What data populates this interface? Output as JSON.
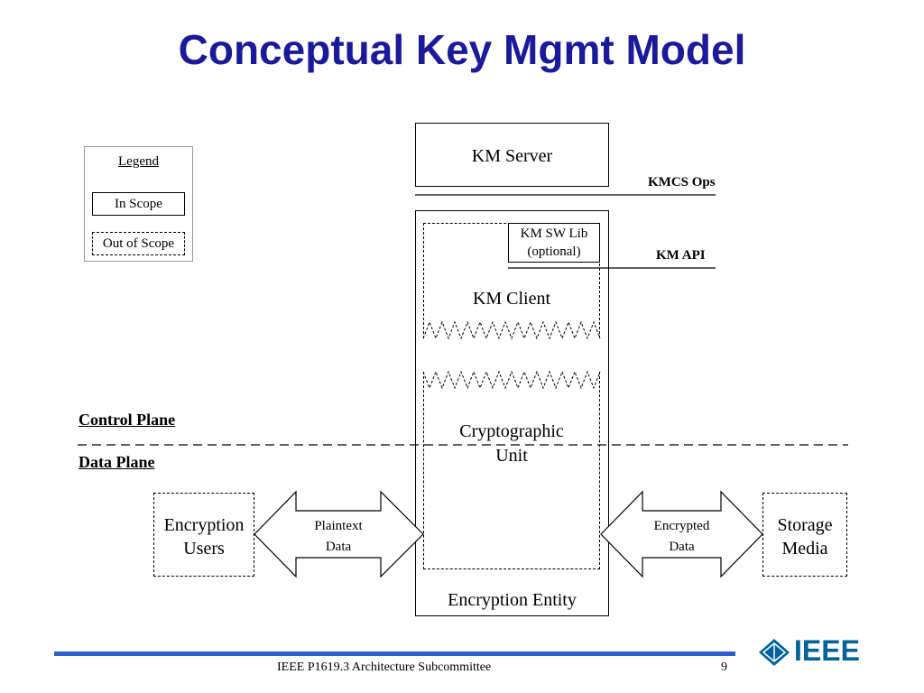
{
  "slide": {
    "title": "Conceptual Key Mgmt Model",
    "page_number": "9",
    "footer": "IEEE P1619.3 Architecture Subcommittee",
    "logo_text": "IEEE",
    "colors": {
      "title": "#1a1a9a",
      "footer_bar": "#2b5fd0",
      "logo": "#00629b"
    }
  },
  "legend": {
    "title": "Legend",
    "in_scope": "In Scope",
    "out_of_scope": "Out of Scope"
  },
  "nodes": {
    "km_server": "KM Server",
    "km_sw_lib_line1": "KM SW Lib",
    "km_sw_lib_line2": "(optional)",
    "km_client": "KM Client",
    "crypto_line1": "Cryptographic",
    "crypto_line2": "Unit",
    "encryption_entity": "Encryption Entity",
    "enc_users_line1": "Encryption",
    "enc_users_line2": "Users",
    "storage_line1": "Storage",
    "storage_line2": "Media"
  },
  "arrows": {
    "plaintext_line1": "Plaintext",
    "plaintext_line2": "Data",
    "encrypted_line1": "Encrypted",
    "encrypted_line2": "Data"
  },
  "interfaces": {
    "kmcs_ops": "KMCS Ops",
    "km_api": "KM API"
  },
  "planes": {
    "control": "Control Plane",
    "data": "Data Plane"
  }
}
